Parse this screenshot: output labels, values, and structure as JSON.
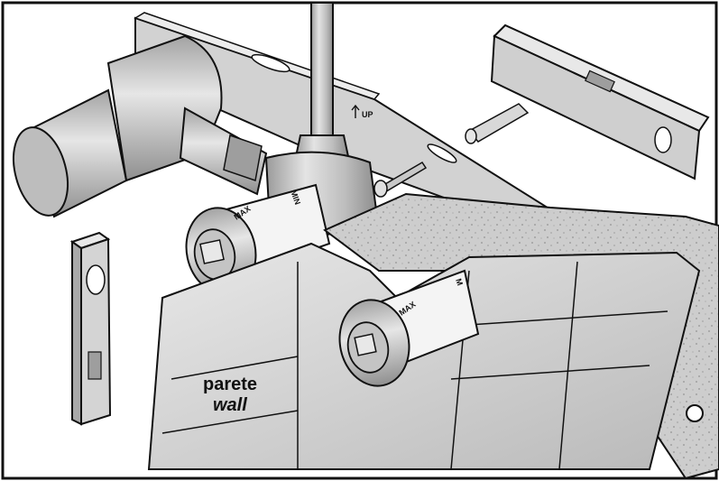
{
  "labels": {
    "up": "UP",
    "min": "MIN",
    "max_left": "MAX",
    "max_right": "MAX",
    "max_partial": "M",
    "wall_it": "parete",
    "wall_en": "wall"
  },
  "colors": {
    "frame": "#111111",
    "metal_light": "#d9d9d9",
    "metal_mid": "#b7b7b7",
    "metal_dark": "#8e8e8e",
    "tile": "#c9c9c9",
    "tile_light": "#e2e2e2",
    "concrete": "#cfcfcf"
  },
  "icons": [
    "up-arrow-icon",
    "screw-icon",
    "wall-plug-icon",
    "spirit-level-icon"
  ]
}
